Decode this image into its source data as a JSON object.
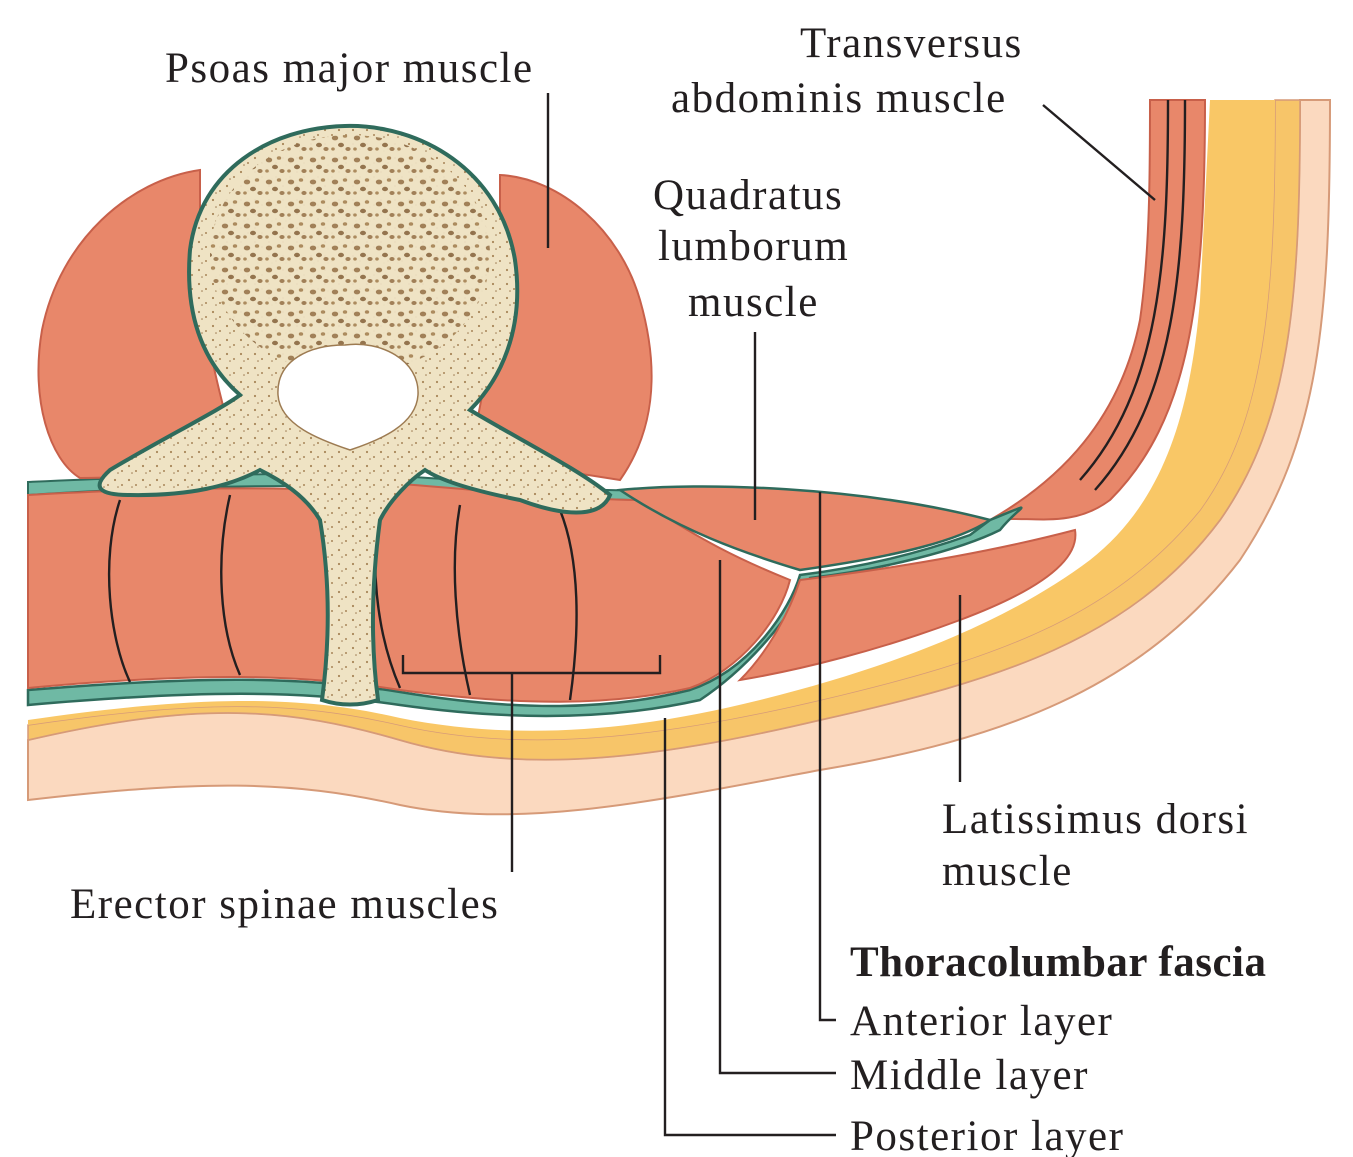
{
  "labels": {
    "psoas": "Psoas major muscle",
    "transversus_1": "Transversus",
    "transversus_2": "abdominis muscle",
    "quadratus_1": "Quadratus",
    "quadratus_2": "lumborum",
    "quadratus_3": "muscle",
    "erector": "Erector spinae muscles",
    "latissimus_1": "Latissimus dorsi",
    "latissimus_2": "muscle",
    "fascia_title": "Thoracolumbar fascia",
    "anterior": "Anterior layer",
    "middle": "Middle layer",
    "posterior": "Posterior layer"
  },
  "colors": {
    "muscle": "#e8876a",
    "muscle_edge": "#c8604a",
    "fascia": "#6fb9a4",
    "fascia_edge": "#2f6b5c",
    "fat": "#f7c569",
    "skin": "#fbd9bf",
    "bone": "#efe3c4",
    "bone_pores": "#9d7b52"
  }
}
